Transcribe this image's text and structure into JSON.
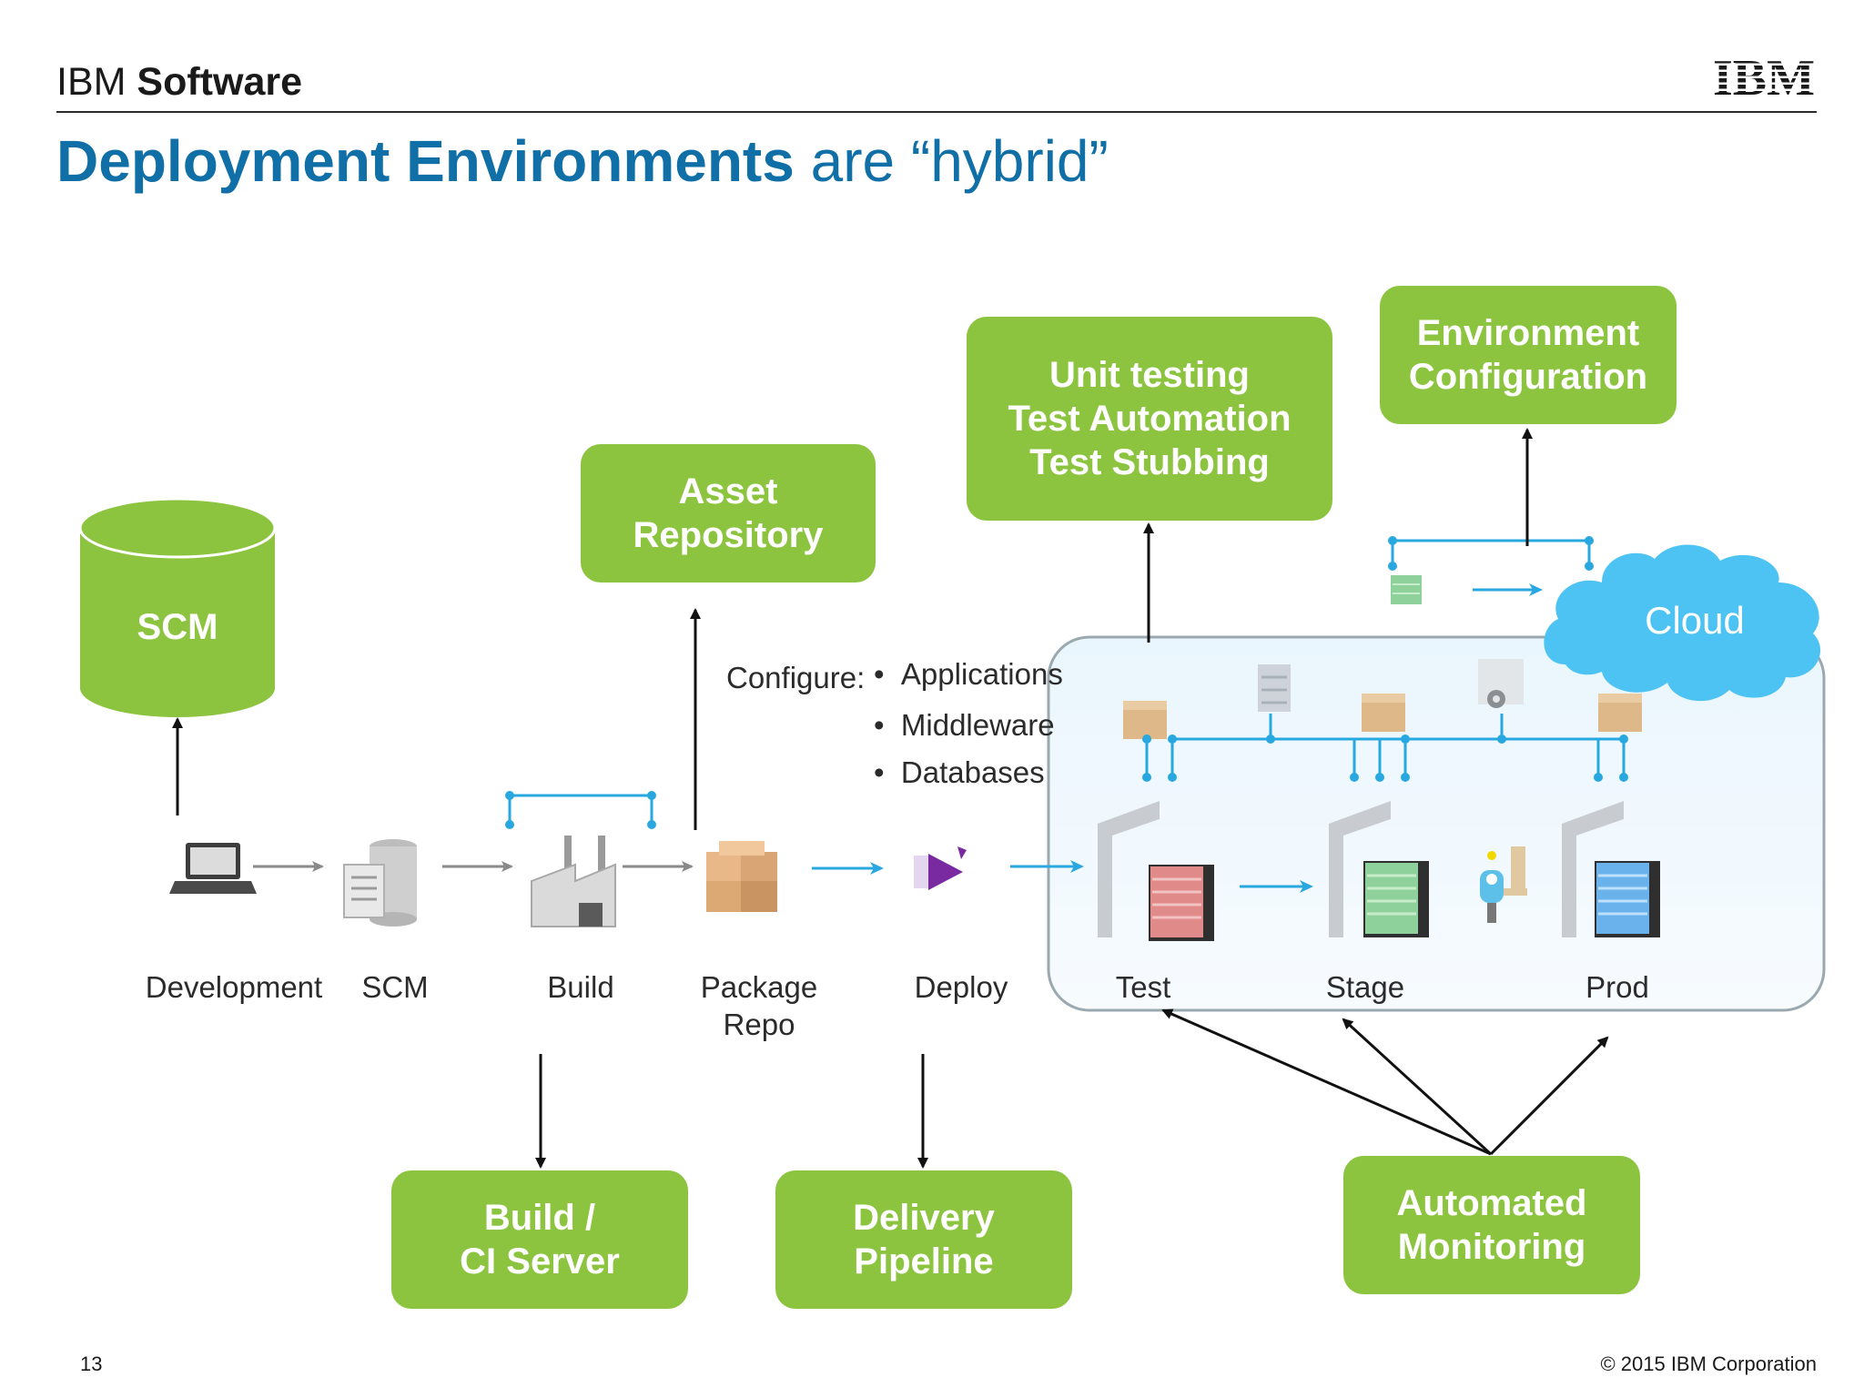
{
  "header": {
    "brand_light": "IBM",
    "brand_bold": "Software",
    "logo_text": "IBM"
  },
  "title": {
    "part1": "Deployment Environments",
    "part2": "are “hybrid”"
  },
  "boxes": {
    "scm_db": "SCM",
    "asset_repo": "Asset\nRepository",
    "unit_testing": "Unit testing\nTest Automation\nTest Stubbing",
    "env_config": "Environment\nConfiguration",
    "ci_server": "Build /\nCI Server",
    "delivery_pipeline": "Delivery\nPipeline",
    "monitoring": "Automated\nMonitoring",
    "cloud": "Cloud"
  },
  "configure": {
    "label": "Configure:",
    "items": [
      "Applications",
      "Middleware",
      "Databases"
    ]
  },
  "stages": {
    "development": "Development",
    "scm": "SCM",
    "build": "Build",
    "package_repo": "Package\nRepo",
    "deploy": "Deploy",
    "test": "Test",
    "stage": "Stage",
    "prod": "Prod"
  },
  "colors": {
    "accent_green": "#8cc43f",
    "title_blue": "#0f6fa6",
    "connector_blue": "#29a8e0",
    "cloud_blue": "#4cc3f2"
  },
  "footer": {
    "page_number": "13",
    "copyright": "© 2015 IBM Corporation"
  }
}
